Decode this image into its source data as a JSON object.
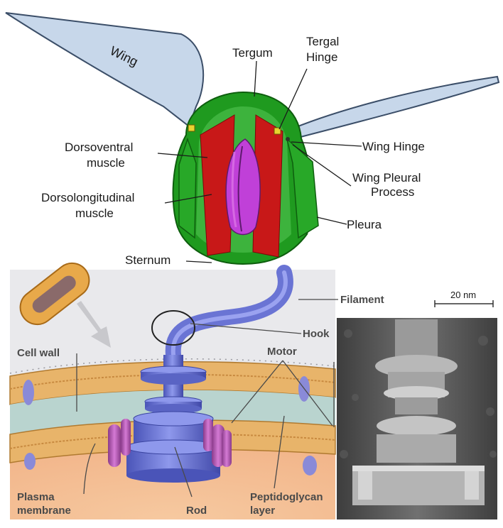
{
  "top_diagram": {
    "labels": {
      "wing": "Wing",
      "tergum": "Tergum",
      "tergal_hinge_1": "Tergal",
      "tergal_hinge_2": "Hinge",
      "dorsoventral_1": "Dorsoventral",
      "dorsoventral_2": "muscle",
      "dorsolongitudinal_1": "Dorsolongitudinal",
      "dorsolongitudinal_2": "muscle",
      "wing_hinge": "Wing Hinge",
      "wing_pleural_1": "Wing Pleural",
      "wing_pleural_2": "Process",
      "pleura": "Pleura",
      "sternum": "Sternum"
    }
  },
  "bottom_diagram": {
    "labels": {
      "filament": "Filament",
      "hook": "Hook",
      "motor": "Motor",
      "cell_wall": "Cell wall",
      "plasma_1": "Plasma",
      "plasma_2": "membrane",
      "rod": "Rod",
      "peptido_1": "Peptidoglycan",
      "peptido_2": "layer",
      "scale": "20 nm"
    }
  },
  "colors": {
    "wing_fill": "#c7d7ea",
    "tergum_green": "#1f9a1f",
    "muscle_red": "#c81818",
    "purple": "#c040d8",
    "membrane_tan": "#e8b46a",
    "motor_blue": "#6a74d4",
    "motor_magenta": "#b85ab8"
  }
}
